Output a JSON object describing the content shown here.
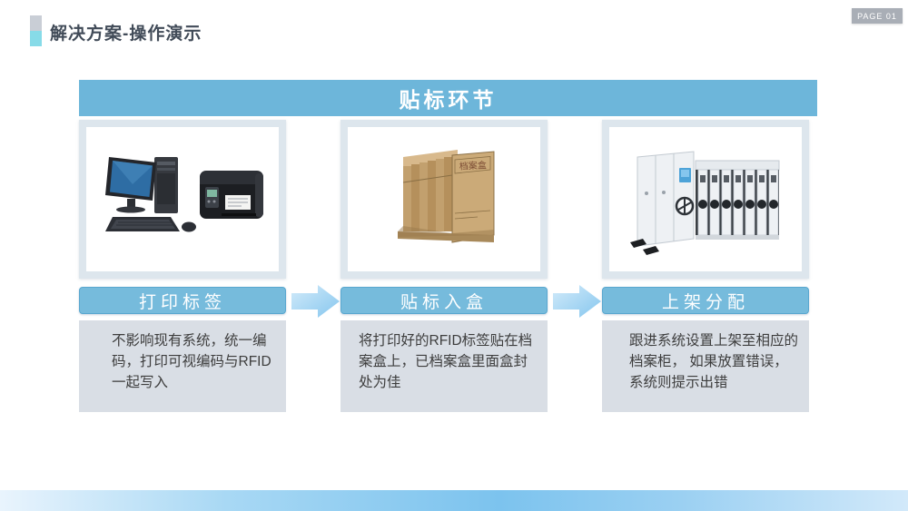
{
  "header": {
    "title": "解决方案-操作演示",
    "page_badge": "PAGE 01"
  },
  "banner": {
    "title": "贴标环节"
  },
  "steps": [
    {
      "label": "打印标签",
      "desc": "不影响现有系统，统一编码，打印可视编码与RFID一起写入",
      "image": "computer-and-label-printer-photo"
    },
    {
      "label": "贴标入盒",
      "desc": "将打印好的RFID标签贴在档案盒上，已档案盒里面盒封处为佳",
      "image": "archive-boxes-photo"
    },
    {
      "label": "上架分配",
      "desc": "跟进系统设置上架至相应的档案柜， 如果放置错误，系统则提示出错",
      "image": "mobile-shelving-cabinet-photo"
    }
  ],
  "images": {
    "box_label": "档案盒"
  },
  "colors": {
    "accent_gray": "#c9ced6",
    "accent_cyan": "#87dbe8",
    "title_color": "#414b58",
    "badge_gray": "#a9aeb6",
    "banner_blue": "#6db6da",
    "label_blue": "#76bbdc",
    "panel_bg": "#dde6ed",
    "textpanel_bg": "#d9dee5",
    "text_dark": "#3d3d3d",
    "arrow_light": "#d3ebfa",
    "arrow_dark": "#85c6ee",
    "strip_blue": "#7cc3ee"
  }
}
